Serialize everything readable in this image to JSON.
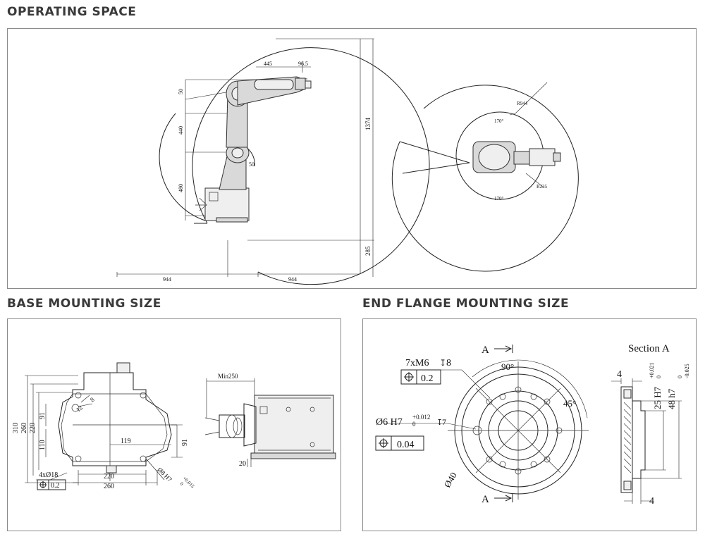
{
  "sections": {
    "operating_space": "OPERATING SPACE",
    "base_mounting": "BASE MOUNTING SIZE",
    "end_flange": "END FLANGE MOUNTING SIZE"
  },
  "operating": {
    "dim_445": "445",
    "dim_96_5": "96.5",
    "dim_50_top": "50",
    "dim_440": "440",
    "dim_50_mid": "50",
    "dim_480": "480",
    "dim_1374": "1374",
    "dim_285": "285",
    "dim_944_left": "944",
    "dim_944_right": "944",
    "r944": "R944",
    "angle_170_top": "170°",
    "angle_170_bottom": "170°",
    "r235": "R235"
  },
  "base": {
    "dim_310": "310",
    "dim_260_v": "260",
    "dim_220_v": "220",
    "dim_91_left": "91",
    "dim_110": "110",
    "dim_12": "12",
    "dim_8": "8",
    "dim_119": "119",
    "dim_91_right": "91",
    "dim_220_h": "220",
    "dim_260_h": "260",
    "holes": "4xØ18",
    "tol_02": "0.2",
    "pin": "Ø8 H7",
    "pin_tol": "+0.015",
    "pin_tol_low": "0",
    "min250": "Min250",
    "dim_20": "20"
  },
  "flange": {
    "section_a": "Section  A",
    "label_a_top": "A",
    "label_a_bottom": "A",
    "thread": "7xM6",
    "thread_depth": "8",
    "tol_02": "0.2",
    "angle_90": "90°",
    "angle_45": "45°",
    "pin": "Ø6 H7",
    "pin_tol_up": "+0.012",
    "pin_tol_low": "0",
    "pin_depth": "7",
    "tol_004": "0.04",
    "dia40": "Ø40",
    "dim_4_top": "4",
    "dim_4_bottom": "4",
    "fit_25": "25 H7",
    "fit_25_up": "+0.021",
    "fit_25_low": "0",
    "fit_48": "48 h7",
    "fit_48_up": "0",
    "fit_48_low": "-0.025"
  }
}
